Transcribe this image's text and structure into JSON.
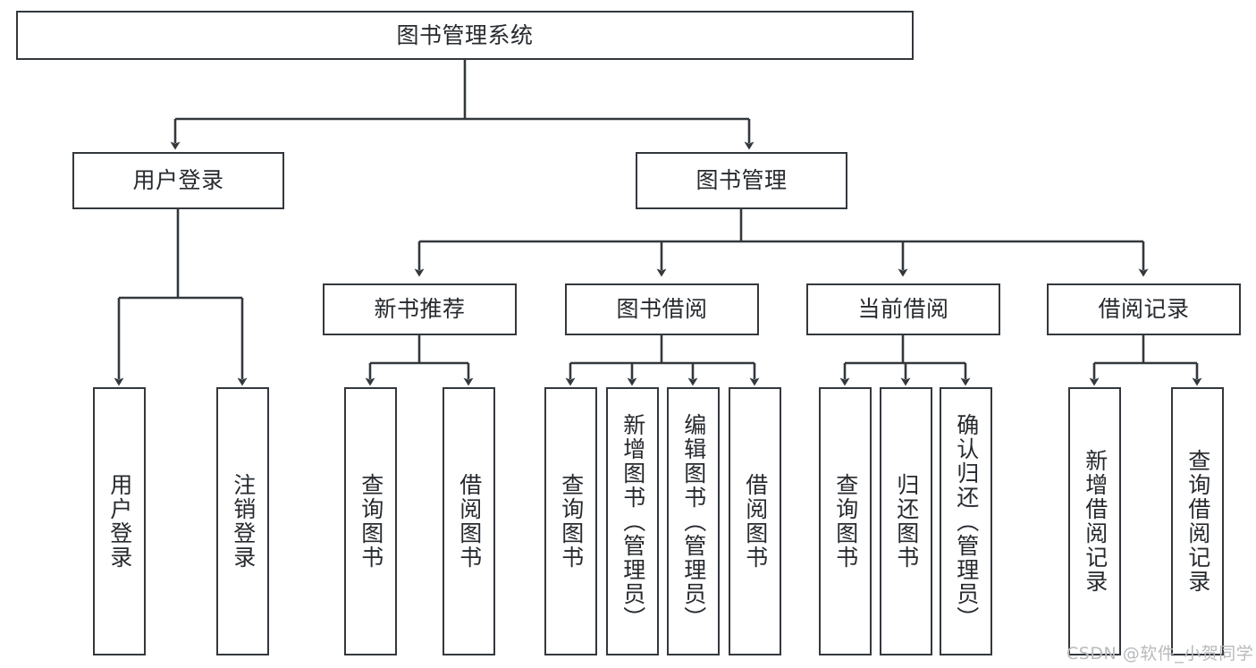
{
  "diagram": {
    "type": "tree-hierarchy-chart",
    "title": "图书管理系统",
    "colors": {
      "box_border": "#33383d",
      "box_fill": "#ffffff",
      "connector": "#33383d",
      "text": "#262a2e",
      "watermark": "#b9babb",
      "background": "#ffffff"
    },
    "levels": {
      "level1": [
        {
          "id": "root",
          "label": "图书管理系统"
        }
      ],
      "level2": [
        {
          "id": "user-login",
          "label": "用户登录"
        },
        {
          "id": "book-manage",
          "label": "图书管理"
        }
      ],
      "level3": [
        {
          "id": "new-book-rec",
          "label": "新书推荐"
        },
        {
          "id": "book-borrow",
          "label": "图书借阅"
        },
        {
          "id": "current-borrow",
          "label": "当前借阅"
        },
        {
          "id": "borrow-record",
          "label": "借阅记录"
        }
      ],
      "level4": [
        {
          "id": "leaf-user-login",
          "parent": "user-login",
          "label": "用户登录"
        },
        {
          "id": "leaf-logout",
          "parent": "user-login",
          "label": "注销登录"
        },
        {
          "id": "leaf-query-book-1",
          "parent": "new-book-rec",
          "label": "查询图书"
        },
        {
          "id": "leaf-borrow-book-1",
          "parent": "new-book-rec",
          "label": "借阅图书"
        },
        {
          "id": "leaf-query-book-2",
          "parent": "book-borrow",
          "label": "查询图书"
        },
        {
          "id": "leaf-add-book",
          "parent": "book-borrow",
          "label": "新增图书（管理员）"
        },
        {
          "id": "leaf-edit-book",
          "parent": "book-borrow",
          "label": "编辑图书（管理员）"
        },
        {
          "id": "leaf-borrow-book-2",
          "parent": "book-borrow",
          "label": "借阅图书"
        },
        {
          "id": "leaf-query-book-3",
          "parent": "current-borrow",
          "label": "查询图书"
        },
        {
          "id": "leaf-return-book",
          "parent": "current-borrow",
          "label": "归还图书"
        },
        {
          "id": "leaf-confirm-return",
          "parent": "current-borrow",
          "label": "确认归还（管理员）"
        },
        {
          "id": "leaf-add-record",
          "parent": "borrow-record",
          "label": "新增借阅记录"
        },
        {
          "id": "leaf-query-record",
          "parent": "borrow-record",
          "label": "查询借阅记录"
        }
      ]
    }
  },
  "watermark": {
    "text": "CSDN @软件_小贺同学"
  }
}
